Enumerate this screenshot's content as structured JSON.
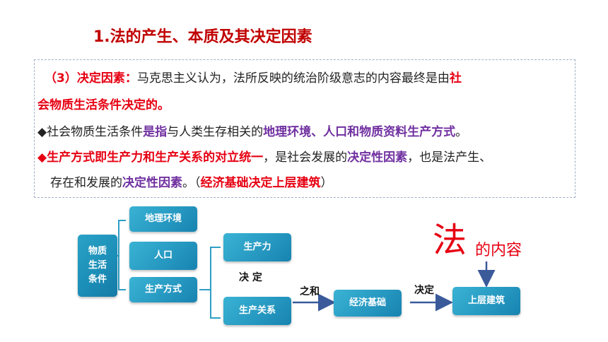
{
  "title": "1.法的产生、本质及其决定因素",
  "paragraph": {
    "l1_a": "（3）决定因素：",
    "l1_b": "马克思主义认为，法所反映的统治阶级意志的内容最终是由",
    "l1_c": "社",
    "l2_a": "会物质生活条件决定的。",
    "l3_bullet": "◆",
    "l3_a": "社会物质生活条件",
    "l3_b": "是指",
    "l3_c": "与人类生存相关的",
    "l3_d": "地理环境、人口和物质资料生产方式",
    "l3_e": "。",
    "l4_bullet": "◆",
    "l4_a": "生产方式即生产力和生产关系的对立统一",
    "l4_b": "，是社会发展的",
    "l4_c": "决定性因素",
    "l4_d": "，也是法产生、",
    "l5_a": "存在和发展的",
    "l5_b": "决定性因素",
    "l5_c": "。（",
    "l5_d": "经济基础决定上层建筑",
    "l5_e": "）"
  },
  "diagram": {
    "n_wuzhi": "物质\n生活\n条件",
    "n_dili": "地理环境",
    "n_renkou": "人口",
    "n_shengchan_fangshi": "生产方式",
    "n_shengchanli": "生产力",
    "n_shengchan_guanxi": "生产关系",
    "n_jingji": "经济基础",
    "n_shangceng": "上层建筑",
    "lbl_jueding1": "决  定",
    "lbl_zhihe": "之和",
    "lbl_jueding2": "决定",
    "fa_big": "法",
    "fa_sub": "的内容"
  }
}
